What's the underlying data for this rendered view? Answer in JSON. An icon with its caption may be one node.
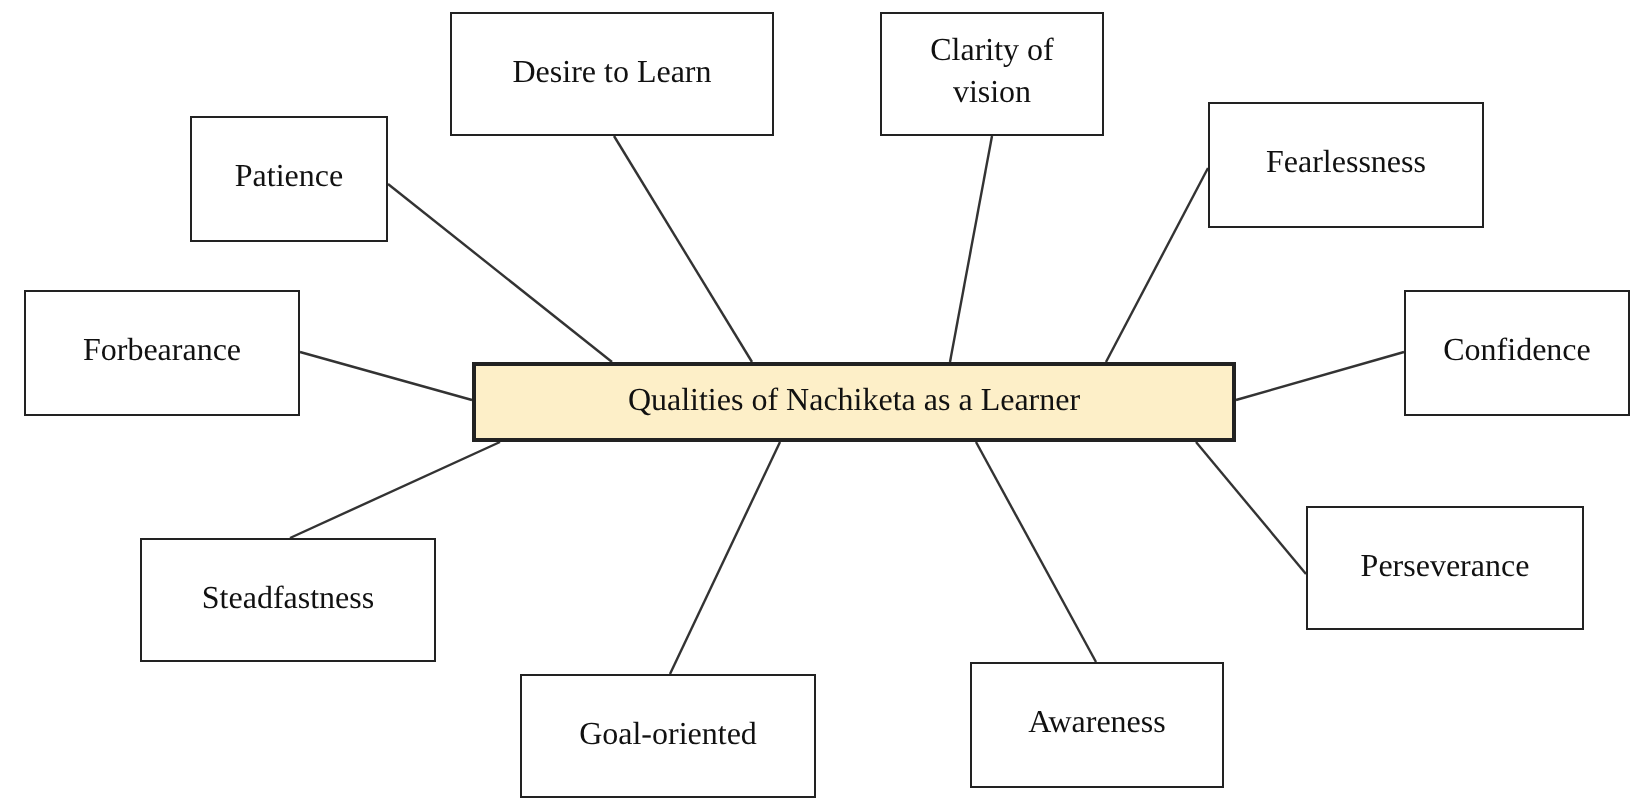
{
  "diagram": {
    "nodes": [
      {
        "text": [
          "Desire to Learn"
        ]
      },
      {
        "text": [
          "Clarity of vision"
        ]
      },
      {
        "text": [
          "Patience"
        ]
      },
      {
        "text": [
          "Fearlessness"
        ]
      },
      {
        "text": [
          "Forbearance"
        ]
      },
      {
        "text": [
          "Qualities of Nachiketa as a Learner"
        ]
      },
      {
        "text": [
          "Confidence"
        ]
      },
      {
        "text": [
          "Perseverance"
        ]
      },
      {
        "text": [
          "Steadfastness"
        ]
      },
      {
        "text": [
          "Awareness"
        ]
      },
      {
        "text": [
          "Goal-oriented"
        ]
      }
    ],
    "edges": [
      {
        "from": 5,
        "to": 0,
        "arrow": "none"
      },
      {
        "from": 5,
        "to": 1,
        "arrow": "none"
      },
      {
        "from": 5,
        "to": 2,
        "arrow": "none"
      },
      {
        "from": 5,
        "to": 3,
        "arrow": "none"
      },
      {
        "from": 5,
        "to": 4,
        "arrow": "none"
      },
      {
        "from": 5,
        "to": 6,
        "arrow": "none"
      },
      {
        "from": 5,
        "to": 7,
        "arrow": "none"
      },
      {
        "from": 5,
        "to": 8,
        "arrow": "none"
      },
      {
        "from": 5,
        "to": 9,
        "arrow": "none"
      },
      {
        "from": 5,
        "to": 10,
        "arrow": "none"
      }
    ]
  }
}
